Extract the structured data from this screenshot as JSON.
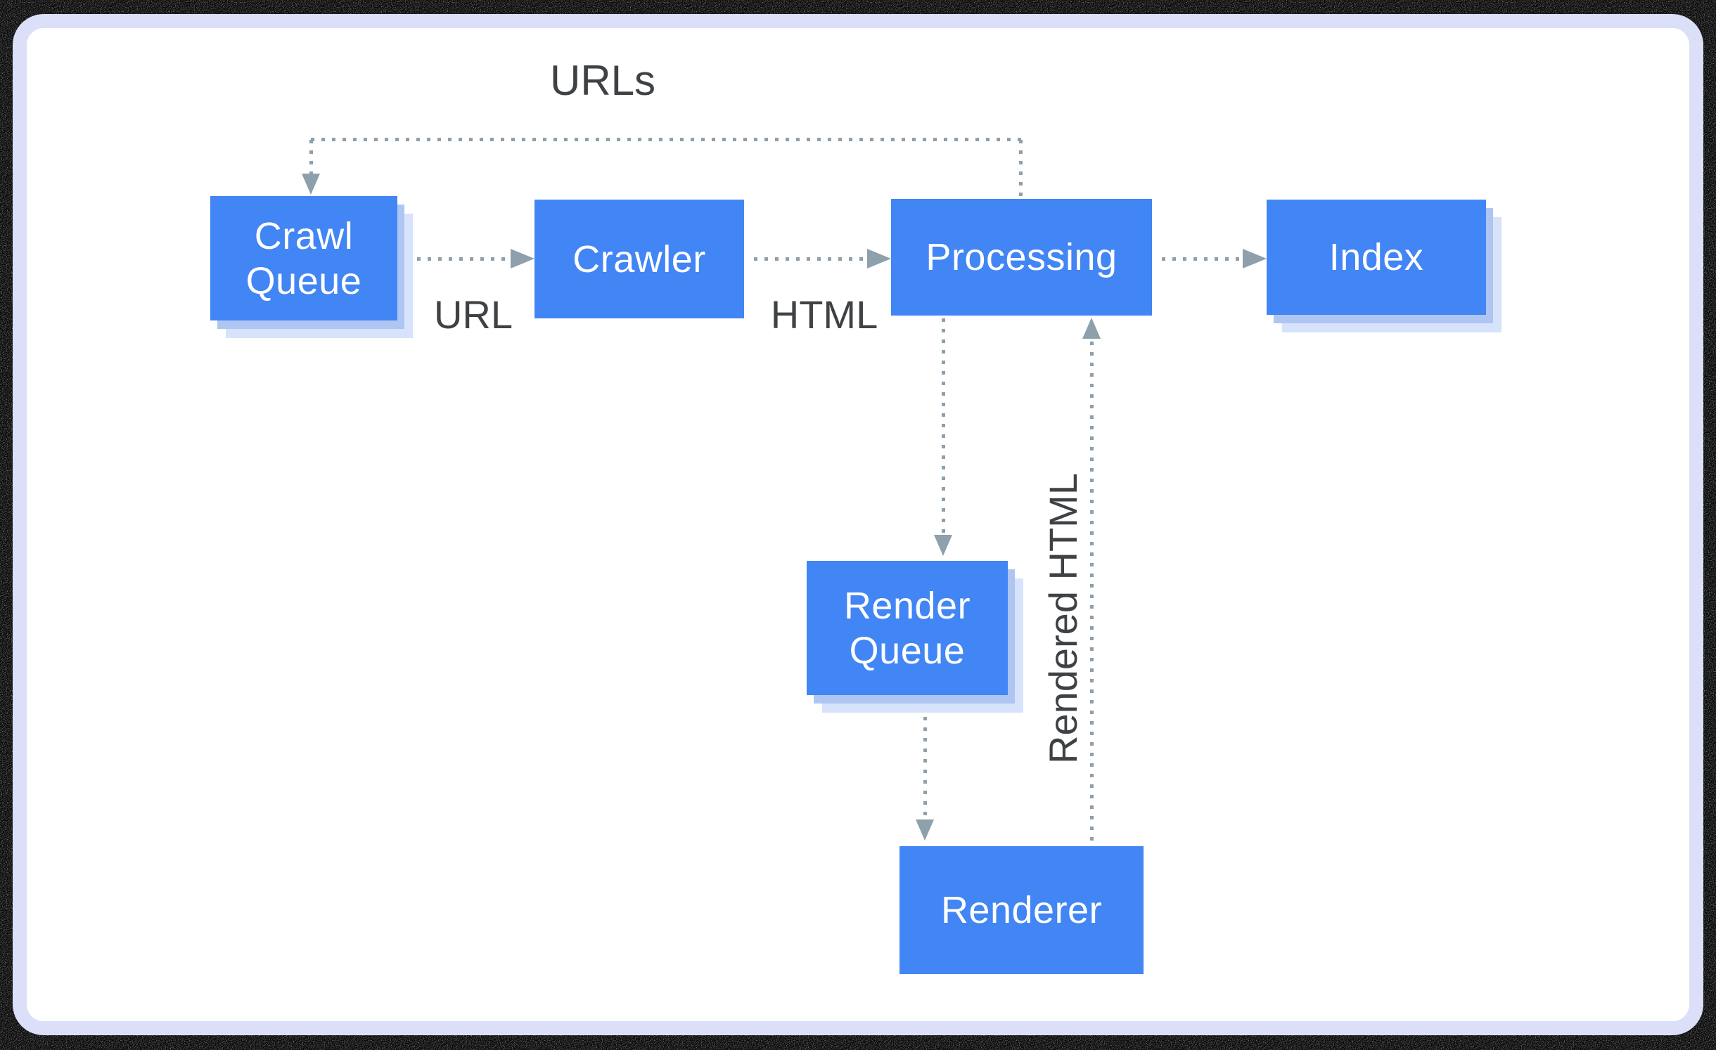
{
  "diagram": {
    "title_hint": "crawl-render-index pipeline",
    "nodes": [
      {
        "id": "crawl-queue",
        "lines": [
          "Crawl",
          "Queue"
        ]
      },
      {
        "id": "crawler",
        "lines": [
          "Crawler"
        ]
      },
      {
        "id": "processing",
        "lines": [
          "Processing"
        ]
      },
      {
        "id": "index",
        "lines": [
          "Index"
        ]
      },
      {
        "id": "render-queue",
        "lines": [
          "Render",
          "Queue"
        ]
      },
      {
        "id": "renderer",
        "lines": [
          "Renderer"
        ]
      }
    ],
    "labels": {
      "urls": "URLs",
      "url": "URL",
      "html": "HTML",
      "rendered_html": "Rendered HTML"
    },
    "edges": [
      {
        "from": "crawl-queue",
        "to": "crawler",
        "label": "URL",
        "style": "dotted"
      },
      {
        "from": "crawler",
        "to": "processing",
        "label": "HTML",
        "style": "dotted"
      },
      {
        "from": "processing",
        "to": "index",
        "label": "",
        "style": "dotted"
      },
      {
        "from": "processing",
        "to": "crawl-queue",
        "label": "URLs",
        "style": "dotted"
      },
      {
        "from": "processing",
        "to": "render-queue",
        "label": "",
        "style": "dotted"
      },
      {
        "from": "render-queue",
        "to": "renderer",
        "label": "",
        "style": "dotted"
      },
      {
        "from": "renderer",
        "to": "processing",
        "label": "Rendered HTML",
        "style": "dotted"
      }
    ],
    "colors": {
      "node_fill": "#4285f4",
      "node_text": "#ffffff",
      "node_shadow_inner": "#aec6f1",
      "node_shadow_outer": "#d7e3fb",
      "connector": "#8da0ab",
      "label_text": "#3f4245",
      "card_background": "#ffffff",
      "card_border": "#dbe0f8",
      "page_background": "#000000"
    }
  }
}
